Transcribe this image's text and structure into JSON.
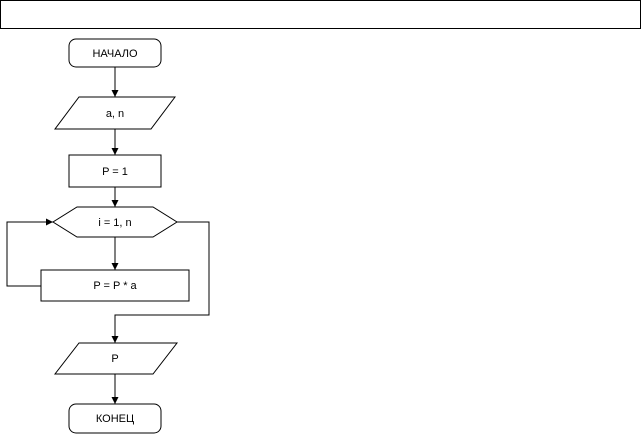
{
  "header": {
    "title": ""
  },
  "flowchart": {
    "start": "НАЧАЛО",
    "input": "a, n",
    "init": "P = 1",
    "loop": "i = 1, n",
    "body": "P = P * a",
    "output": "P",
    "end": "КОНЕЦ"
  },
  "colors": {
    "stroke": "#000000",
    "fill": "#ffffff",
    "background": "#ffffff"
  }
}
